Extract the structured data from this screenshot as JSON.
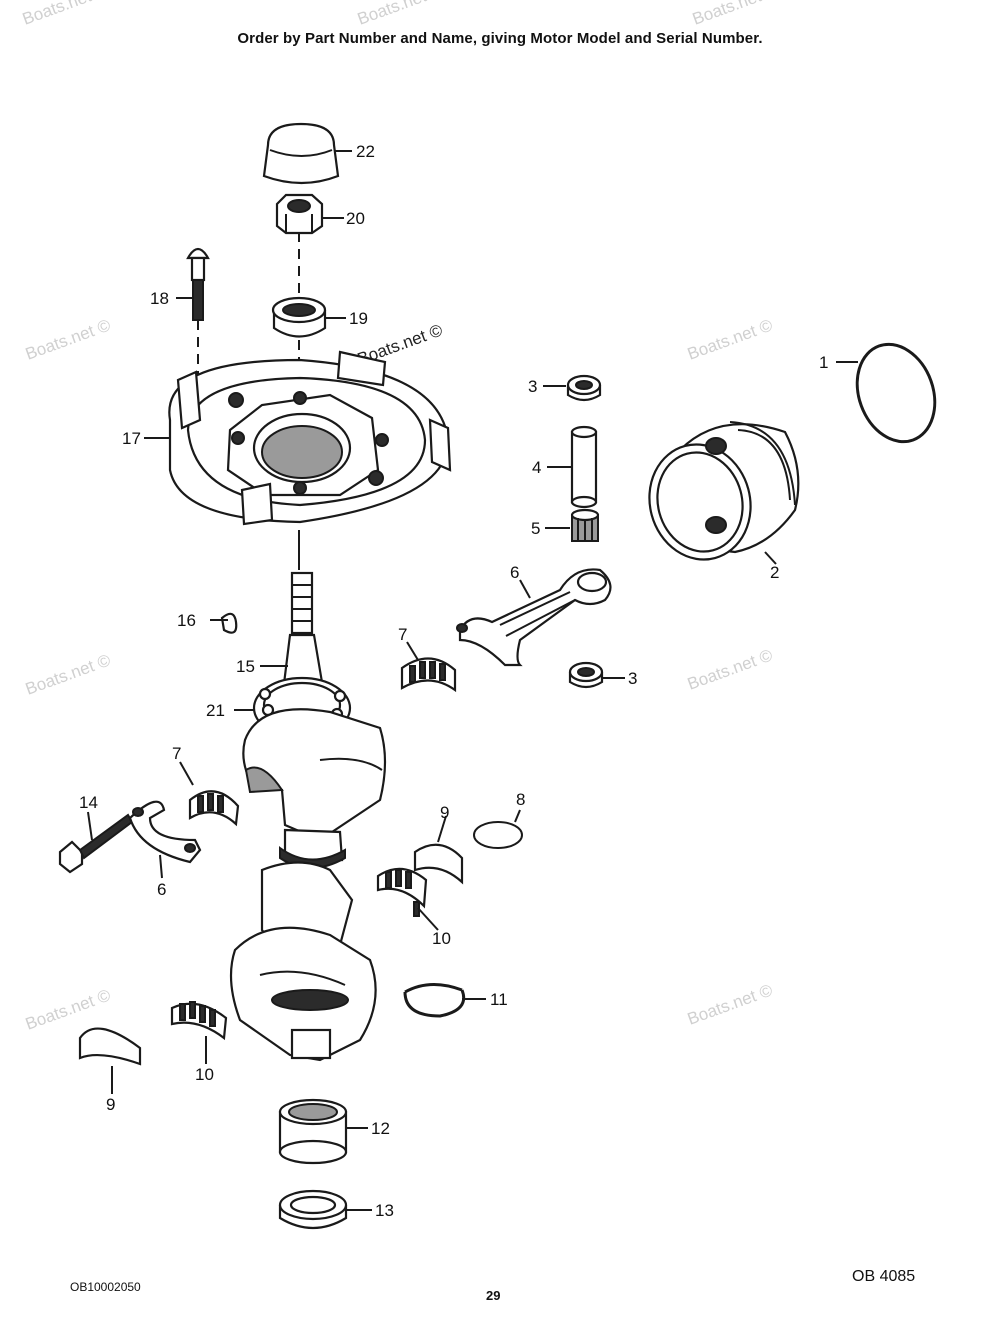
{
  "header": {
    "instruction": "Order by Part Number and Name, giving Motor Model and Serial Number."
  },
  "watermark": {
    "text": "Boats.net ©"
  },
  "callouts": {
    "c1": "1",
    "c2": "2",
    "c3a": "3",
    "c3b": "3",
    "c4": "4",
    "c5": "5",
    "c6a": "6",
    "c6b": "6",
    "c7a": "7",
    "c7b": "7",
    "c8": "8",
    "c9a": "9",
    "c9b": "9",
    "c10a": "10",
    "c10b": "10",
    "c11": "11",
    "c12": "12",
    "c13": "13",
    "c14": "14",
    "c15": "15",
    "c16": "16",
    "c17": "17",
    "c18": "18",
    "c19": "19",
    "c20": "20",
    "c21": "21",
    "c22": "22"
  },
  "footer": {
    "doc_code": "OB10002050",
    "page_number": "29",
    "figure_ref": "OB 4085"
  }
}
